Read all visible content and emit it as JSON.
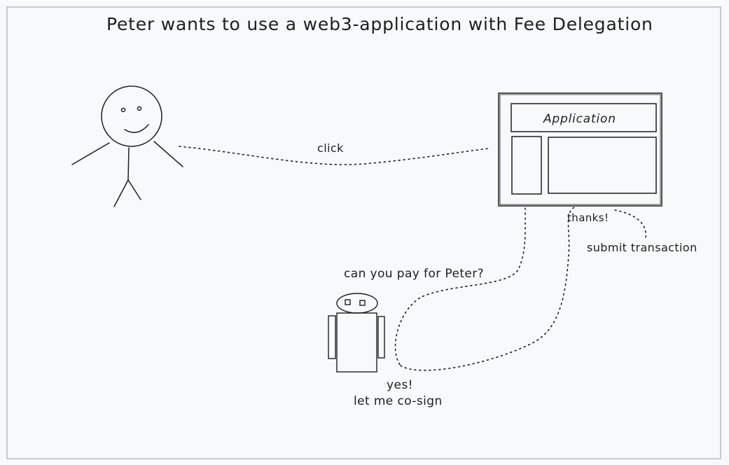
{
  "diagram": {
    "title": "Peter wants to use a web3-application with Fee Delegation",
    "actors": {
      "user": {
        "icon": "stick-figure-icon"
      },
      "app": {
        "label": "Application",
        "icon": "app-window-icon"
      },
      "fee_payer": {
        "icon": "robot-icon"
      }
    },
    "connections": {
      "user_to_app": "click",
      "app_to_fee_payer": "can you pay for Peter?",
      "fee_payer_reply_line1": "yes!",
      "fee_payer_reply_line2": "let me co-sign",
      "app_reply": "thanks!",
      "app_submit": "submit transaction"
    },
    "colors": {
      "background": "#f8f9fa",
      "stroke": "#1e1e1e"
    }
  }
}
